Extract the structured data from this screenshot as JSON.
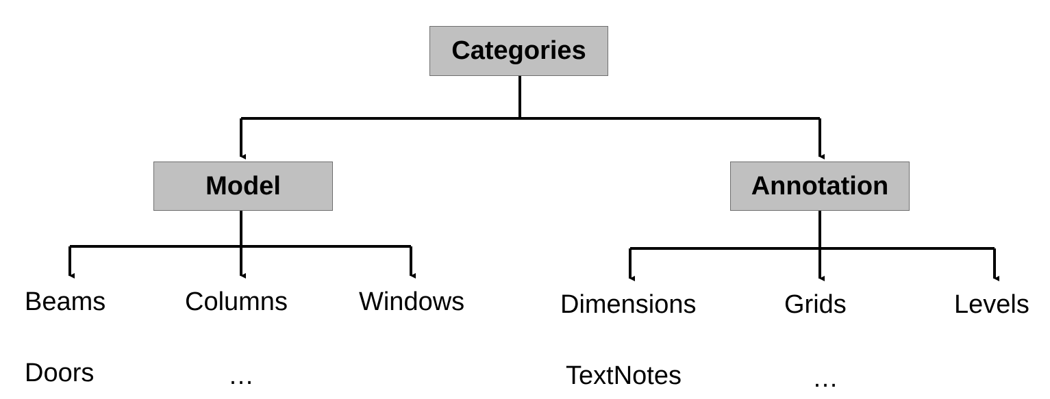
{
  "diagram": {
    "root": "Categories",
    "branches": [
      {
        "label": "Model",
        "children": [
          "Beams",
          "Columns",
          "Windows"
        ],
        "extra": [
          "Doors",
          "…"
        ]
      },
      {
        "label": "Annotation",
        "children": [
          "Dimensions",
          "Grids",
          "Levels"
        ],
        "extra": [
          "TextNotes",
          "…"
        ]
      }
    ]
  },
  "colors": {
    "box_fill": "#c0c0c0",
    "box_border": "#6e6e6e",
    "line": "#000000"
  }
}
